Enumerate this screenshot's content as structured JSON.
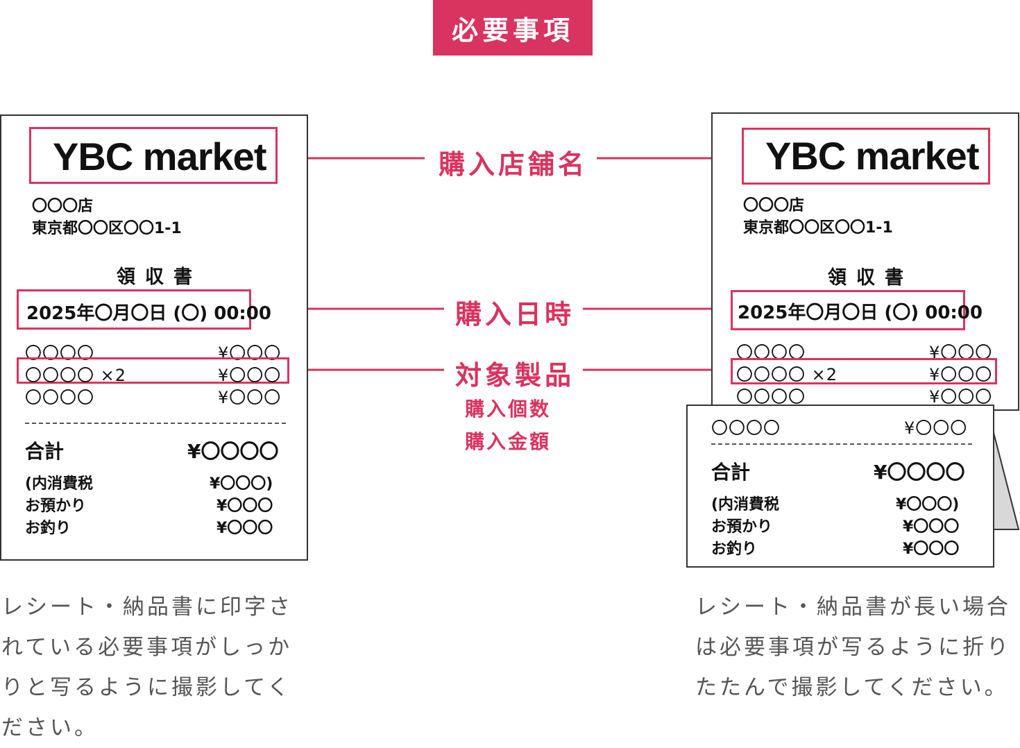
{
  "header": {
    "badge": "必要事項"
  },
  "labels": {
    "store": "購入店舗名",
    "datetime": "購入日時",
    "product": "対象製品",
    "quantity": "購入個数",
    "amount": "購入金額"
  },
  "receipt": {
    "store_name": "YBC market",
    "branch": "〇〇〇店",
    "address": "東京都〇〇区〇〇1-1",
    "doc_title": "領収書",
    "datetime": "2025年〇月〇日 (〇) 00:00",
    "items": [
      {
        "name": "〇〇〇〇",
        "price": "¥〇〇〇"
      },
      {
        "name": "〇〇〇〇 ×2",
        "price": "¥〇〇〇"
      },
      {
        "name": "〇〇〇〇",
        "price": "¥〇〇〇"
      }
    ],
    "extra_item": {
      "name": "〇〇〇〇",
      "price": "¥〇〇〇"
    },
    "total_label": "合計",
    "total_value": "¥〇〇〇〇",
    "tax_label": "(内消費税",
    "tax_value": "¥〇〇〇)",
    "deposit_label": "お預かり",
    "deposit_value": "¥〇〇〇",
    "change_label": "お釣り",
    "change_value": "¥〇〇〇"
  },
  "captions": {
    "left": "レシート・納品書に印字されている必要事項がしっかりと写るように撮影してください。",
    "right": "レシート・納品書が長い場合は必要事項が写るように折りたたんで撮影してください。"
  },
  "colors": {
    "accent": "#d9335f",
    "border": "#333333"
  }
}
